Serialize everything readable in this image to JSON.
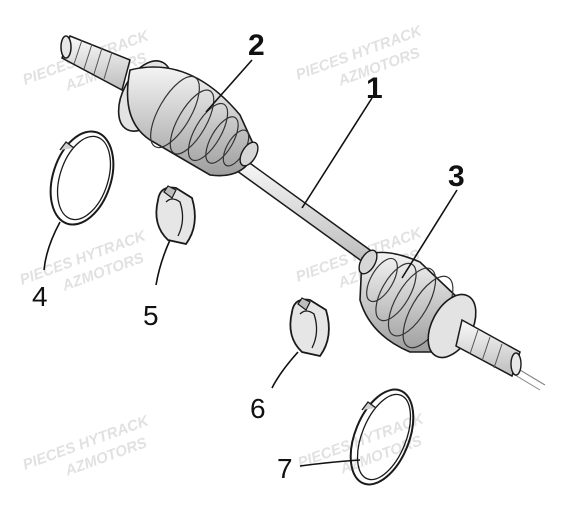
{
  "watermarks": [
    {
      "line1": "PIECES HYTRACK",
      "line2": "AZMOTORS"
    },
    {
      "line1": "PIECES HYTRACK",
      "line2": "AZMOTORS"
    },
    {
      "line1": "PIECES HYTRACK",
      "line2": "AZMOTORS"
    },
    {
      "line1": "PIECES HYTRACK",
      "line2": "AZMOTORS"
    },
    {
      "line1": "PIECES HYTRACK",
      "line2": "AZMOTORS"
    },
    {
      "line1": "PIECES HYTRACK",
      "line2": "AZMOTORS"
    }
  ],
  "callouts": {
    "c1": "1",
    "c2": "2",
    "c3": "3",
    "c4": "4",
    "c5": "5",
    "c6": "6",
    "c7": "7"
  },
  "colors": {
    "line": "#1a1a1a",
    "shade": "#bdbdbd",
    "light": "#ededed",
    "watermark": "#d8d8d8"
  }
}
